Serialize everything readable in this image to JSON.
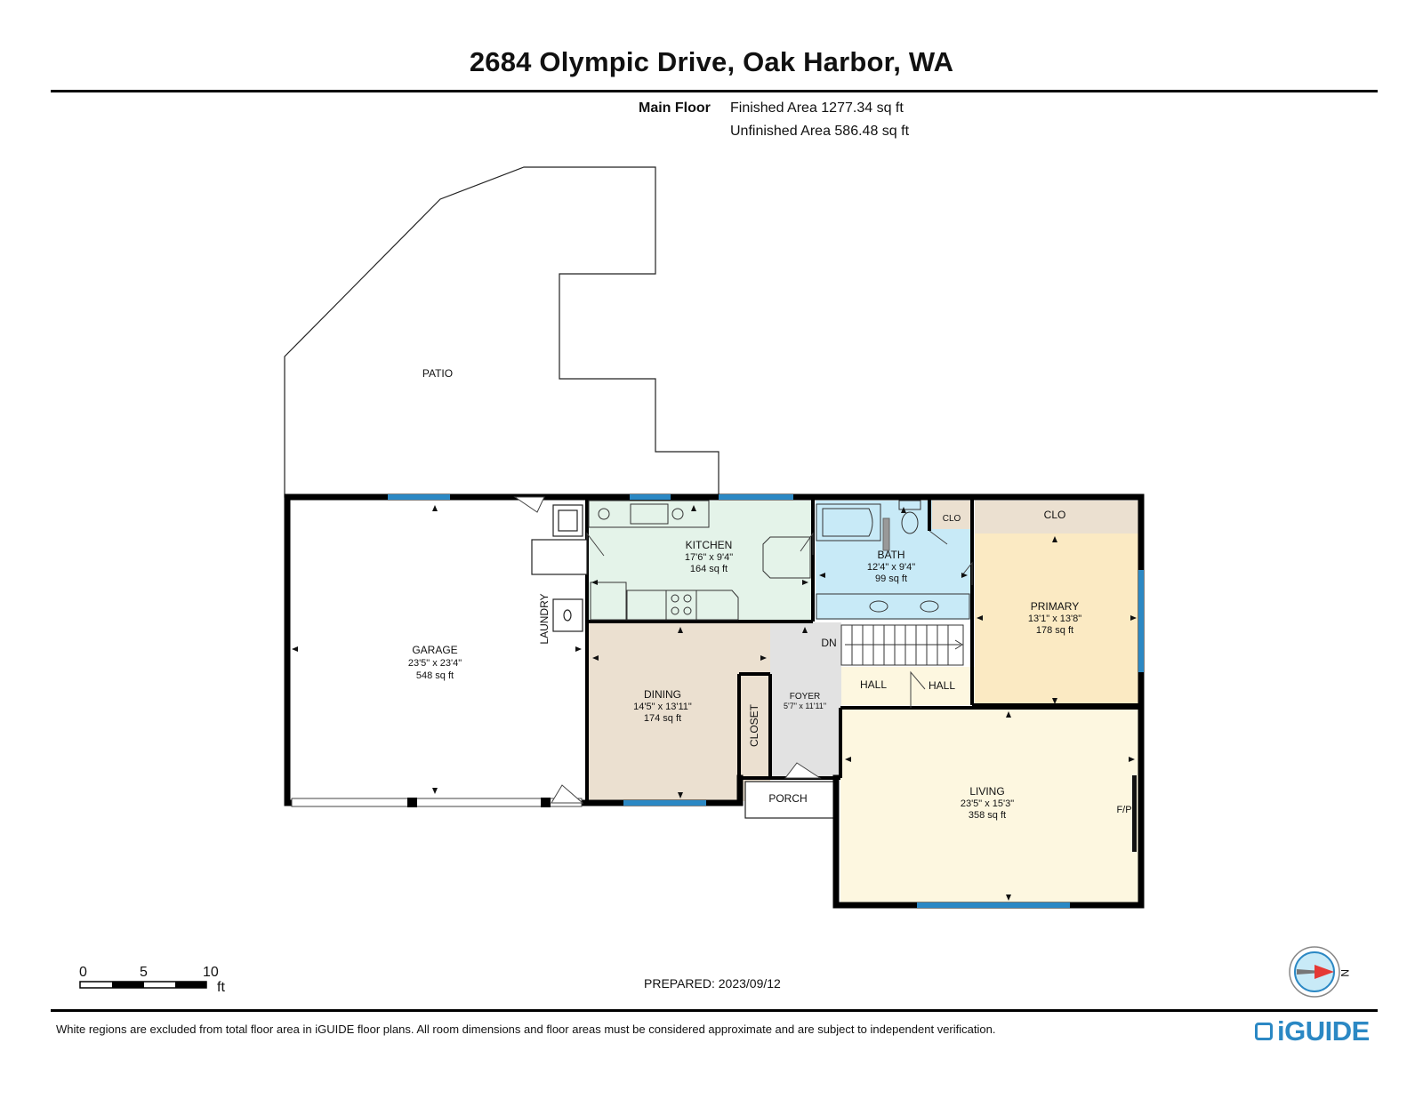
{
  "header": {
    "title": "2684 Olympic Drive, Oak Harbor, WA",
    "floor_name": "Main Floor",
    "finished_area": "Finished Area 1277.34 sq ft",
    "unfinished_area": "Unfinished Area 586.48 sq ft"
  },
  "rooms": {
    "patio": {
      "name": "PATIO"
    },
    "garage": {
      "name": "GARAGE",
      "dims": "23'5\" x 23'4\"",
      "area": "548 sq ft"
    },
    "laundry": {
      "name": "LAUNDRY"
    },
    "kitchen": {
      "name": "KITCHEN",
      "dims": "17'6\" x 9'4\"",
      "area": "164 sq ft"
    },
    "bath": {
      "name": "BATH",
      "dims": "12'4\" x 9'4\"",
      "area": "99 sq ft"
    },
    "clo_small": {
      "name": "CLO"
    },
    "clo_primary": {
      "name": "CLO"
    },
    "primary": {
      "name": "PRIMARY",
      "dims": "13'1\" x 13'8\"",
      "area": "178 sq ft"
    },
    "dining": {
      "name": "DINING",
      "dims": "14'5\" x 13'11\"",
      "area": "174 sq ft"
    },
    "closet": {
      "name": "CLOSET"
    },
    "foyer": {
      "name": "FOYER",
      "dims": "5'7\" x 11'11\""
    },
    "stairs": {
      "label": "DN"
    },
    "hall_1": {
      "name": "HALL"
    },
    "hall_2": {
      "name": "HALL"
    },
    "porch": {
      "name": "PORCH"
    },
    "living": {
      "name": "LIVING",
      "dims": "23'5\" x 15'3\"",
      "area": "358 sq ft",
      "fireplace": "F/P"
    }
  },
  "colors": {
    "kitchen": "#e4f3e9",
    "bath": "#c8eaf7",
    "primary": "#fbeac3",
    "living": "#fdf7e0",
    "dining": "#ebe0d0",
    "foyer": "#e2e2e2",
    "closet_fill": "#ebe0d0",
    "window": "#2b88c4",
    "brand": "#2b88c4",
    "compass_arrow": "#e53935"
  },
  "scale": {
    "labels": [
      "0",
      "5",
      "10"
    ],
    "unit": "ft"
  },
  "compass": {
    "label": "N"
  },
  "footer": {
    "prepared": "PREPARED: 2023/09/12",
    "disclaimer": "White regions are excluded from total floor area in iGUIDE floor plans. All room dimensions and floor areas must be considered approximate and are subject to independent verification.",
    "brand": "iGUIDE"
  }
}
